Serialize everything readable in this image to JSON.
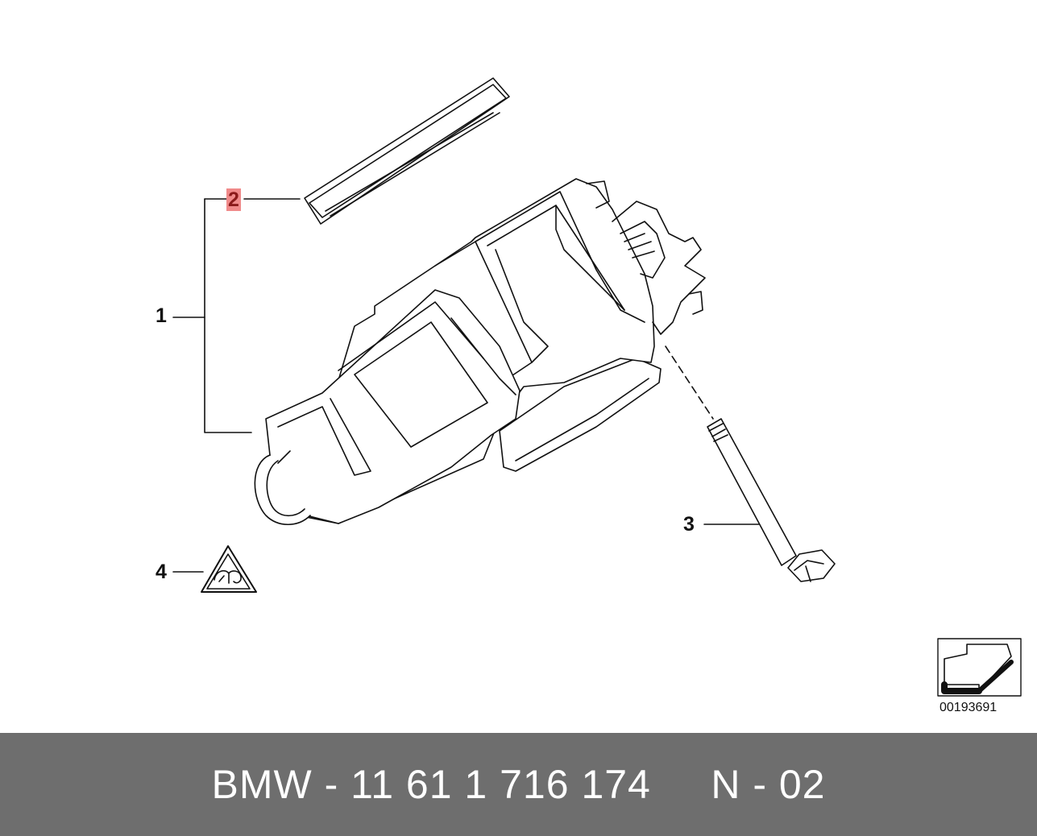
{
  "callouts": {
    "item1": "1",
    "item2": "2",
    "item3": "3",
    "item4": "4"
  },
  "diagram_number": "00193691",
  "footer": {
    "text": "BMW - 11 61 1 716 174     N - 02"
  },
  "colors": {
    "footer_background": "#6e6e6e",
    "highlight": "#f08a8a",
    "line": "#111111"
  },
  "icons": [
    "hazard-triangle-icon",
    "navigation-arrow-icon"
  ]
}
